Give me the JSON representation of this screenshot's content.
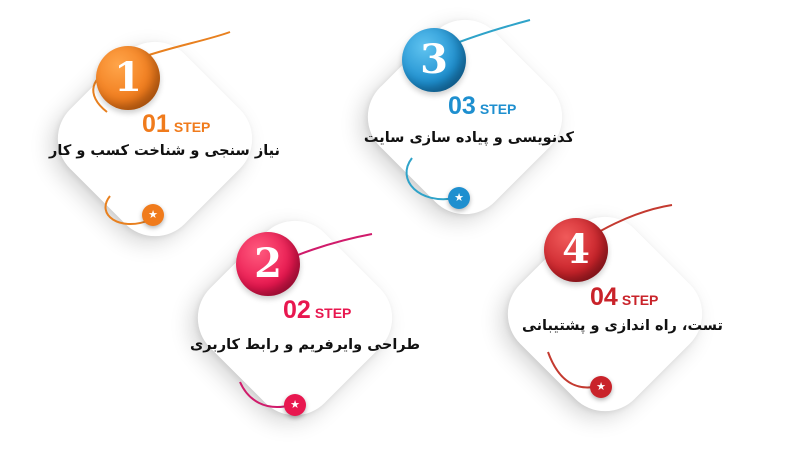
{
  "steps": [
    {
      "number": "1",
      "step_num": "01",
      "step_word": "STEP",
      "title": "نیاز سنجی و شناخت کسب و کار",
      "color": "#f07b1c",
      "ring_color": "#e8801f",
      "icon": "star-icon"
    },
    {
      "number": "2",
      "step_num": "02",
      "step_word": "STEP",
      "title": "طراحی وایرفریم و رابط کاربری",
      "color": "#e8174f",
      "ring_color": "#d01b6b",
      "icon": "star-icon"
    },
    {
      "number": "3",
      "step_num": "03",
      "step_word": "STEP",
      "title": "کدنویسی و پیاده سازی سایت",
      "color": "#1e8fcf",
      "ring_color": "#2fa3c9",
      "icon": "star-icon"
    },
    {
      "number": "4",
      "step_num": "04",
      "step_word": "STEP",
      "title": "تست، راه اندازی و پشتیبانی",
      "color": "#c9232a",
      "ring_color": "#c43a30",
      "icon": "star-icon"
    }
  ]
}
